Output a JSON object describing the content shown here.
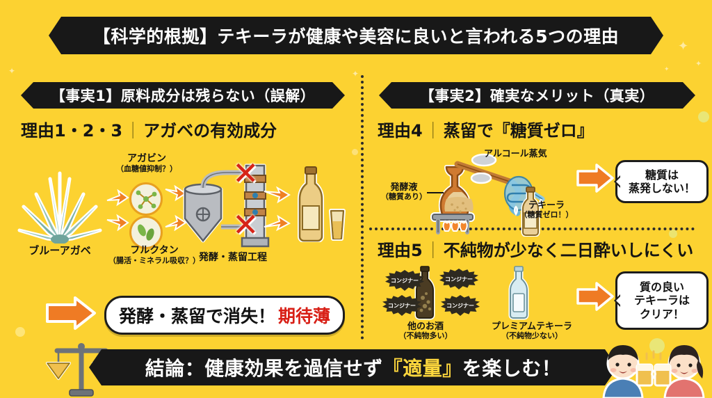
{
  "theme": {
    "background": "#fcd231",
    "banner_bg": "#181818",
    "banner_text": "#ffffff",
    "accent_red": "#d81f16",
    "accent_orange": "#f07d2a",
    "highlight_yellow": "#ffd83d"
  },
  "header": {
    "title": "【科学的根拠】テキーラが健康や美容に良いと言われる5つの理由"
  },
  "left_panel": {
    "banner": "【事実1】原料成分は残らない（誤解）",
    "subhead_main": "理由1・2・3",
    "subhead_sep": "｜",
    "subhead_sub": "アガベの有効成分",
    "captions": {
      "agave": "ブルーアガベ",
      "agavin_name": "アガビン",
      "agavin_note": "（血糖値抑制？）",
      "fructan_name": "フルクタン",
      "fructan_note": "（腸活・ミネラル吸収？）",
      "process": "発酵・蒸留工程"
    },
    "x_marks": [
      "✕",
      "✕"
    ],
    "conclusion_black": "発酵・蒸留で消失！",
    "conclusion_red": "期待薄"
  },
  "right_panel": {
    "banner": "【事実2】確実なメリット（真実）",
    "reason4": {
      "head_main": "理由4",
      "head_sep": "｜",
      "head_sub": "蒸留で『糖質ゼロ』",
      "label_vapor": "アルコール蒸気",
      "label_wash_name": "発酵液",
      "label_wash_note": "（糖質あり）",
      "label_tequila_name": "テキーラ",
      "label_tequila_note": "（糖質ゼロ！）",
      "bubble": "糖質は\n蒸発しない！",
      "bubble_line1": "糖質は",
      "bubble_line2": "蒸発しない！"
    },
    "reason5": {
      "head_main": "理由5",
      "head_sep": "｜",
      "head_sub": "不純物が少なく二日酔いしにくい",
      "other_name": "他のお酒",
      "other_note": "（不純物多い）",
      "premium_name": "プレミアムテキーラ",
      "premium_note": "（不純物少ない）",
      "congener_label": "コンジナー",
      "bubble_line1": "質の良い",
      "bubble_line2": "テキーラは",
      "bubble_line3": "クリア！"
    }
  },
  "footer": {
    "conclusion_a": "結論：健康効果を過信せず",
    "conclusion_highlight": "『適量』",
    "conclusion_b": "を楽しむ！"
  },
  "icons": {
    "agave": "agave-plant-icon",
    "still": "pot-still-icon",
    "bottle": "bottle-icon",
    "scale": "balance-scale-icon",
    "people": "toasting-people-icon",
    "arrow": "arrow-right-icon",
    "x": "x-cross-icon"
  }
}
